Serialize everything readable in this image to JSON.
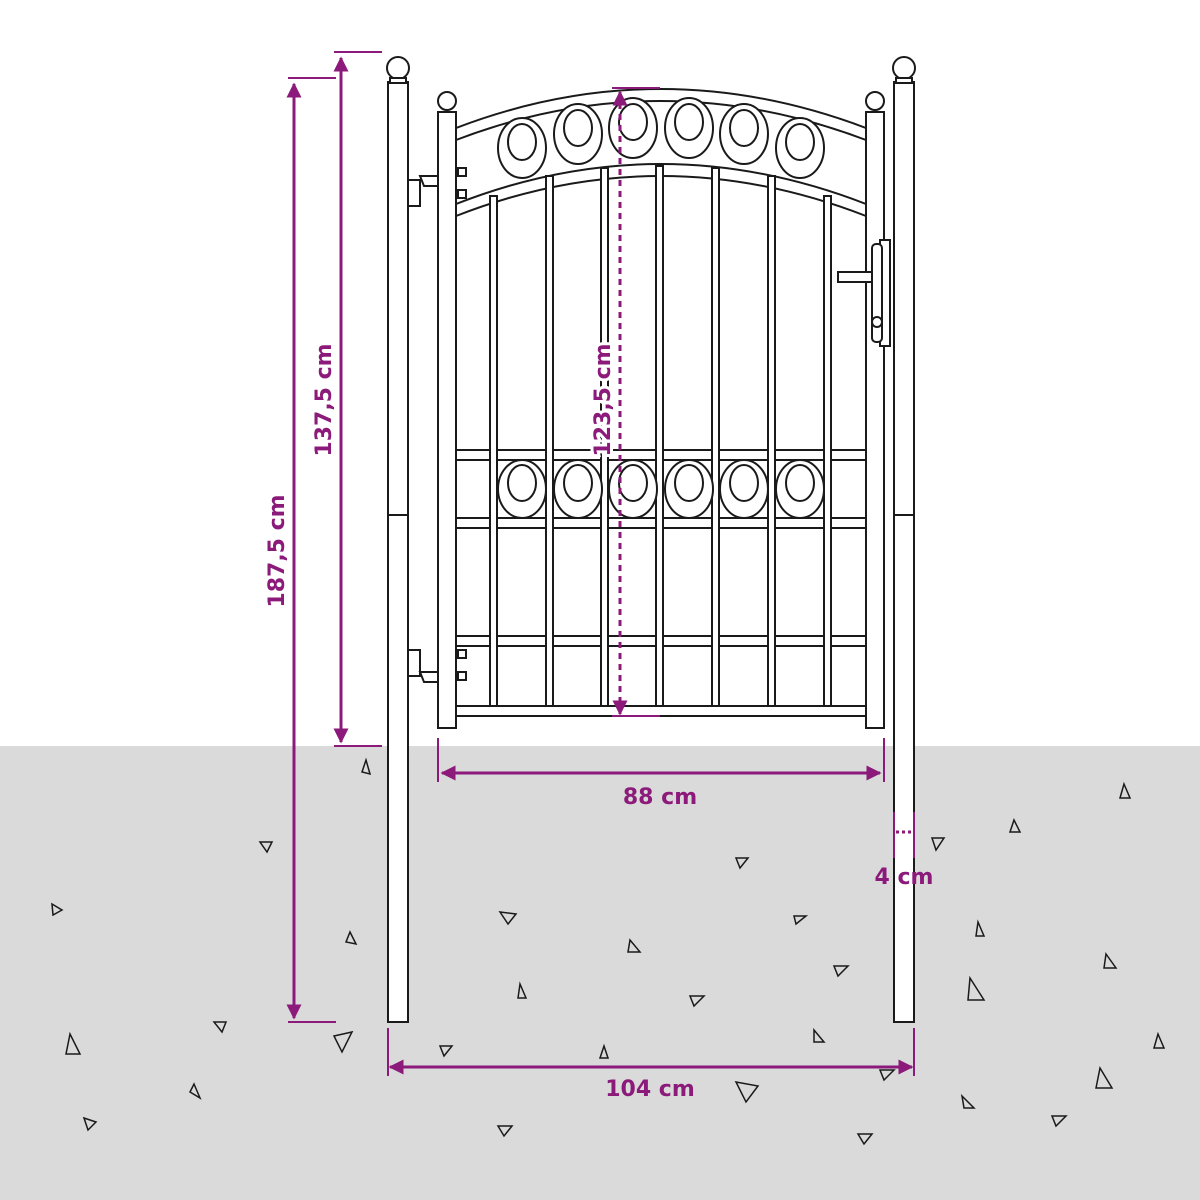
{
  "colors": {
    "accent": "#8B1A7A",
    "ground": "#DADADA",
    "stroke": "#1A1A1A"
  },
  "dimensions": {
    "total_height": "187,5 cm",
    "post_above_ground": "137,5 cm",
    "gate_height": "123,5 cm",
    "gate_width": "88 cm",
    "total_width": "104 cm",
    "post_size": "4 cm"
  }
}
